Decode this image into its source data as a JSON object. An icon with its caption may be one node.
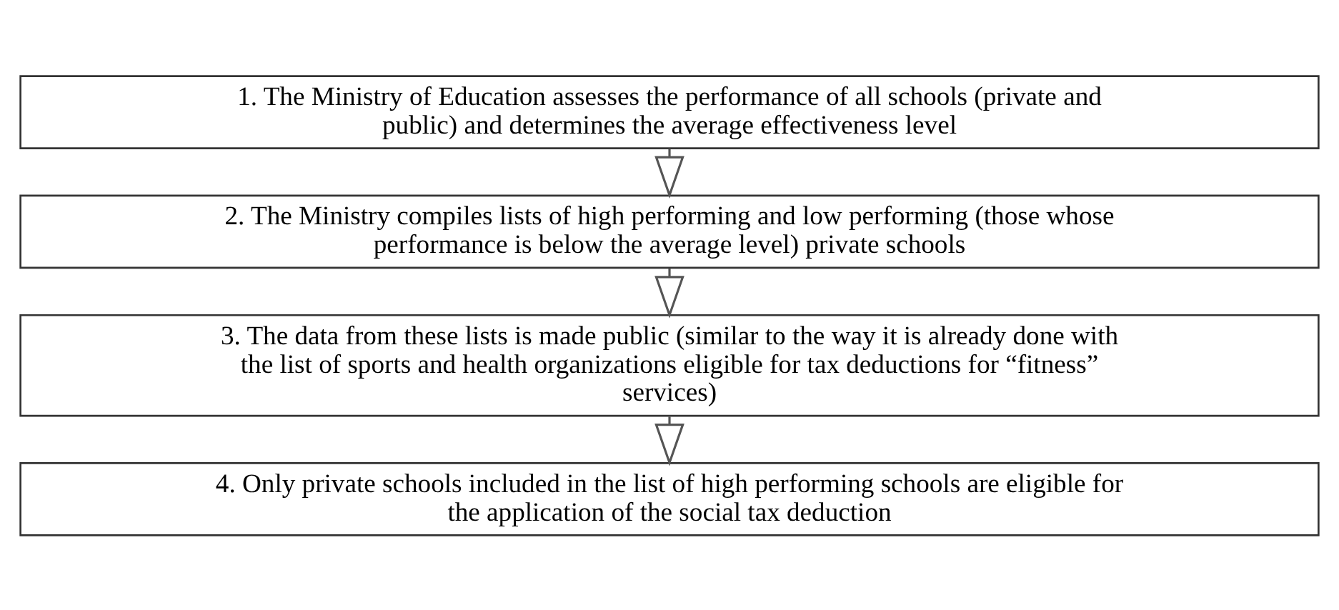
{
  "diagram": {
    "nodes": [
      {
        "text": [
          "1. The Ministry of Education assesses the performance of all schools (private and public) and determines the average effectiveness level"
        ]
      },
      {
        "text": [
          "2. The Ministry compiles lists of high performing and low performing (those whose performance is below the average level) private schools"
        ]
      },
      {
        "text": [
          "3. The data from these lists is made public (similar to the way it is already done with the list of sports and health organizations eligible for tax deductions for “fitness” services)"
        ]
      },
      {
        "text": [
          "4. Only private schools included in the list of high performing schools are eligible for the application of the social tax deduction"
        ]
      }
    ],
    "edges": [
      {
        "from": 0,
        "to": 1,
        "arrow": "to"
      },
      {
        "from": 1,
        "to": 2,
        "arrow": "to"
      },
      {
        "from": 2,
        "to": 3,
        "arrow": "to"
      }
    ]
  }
}
